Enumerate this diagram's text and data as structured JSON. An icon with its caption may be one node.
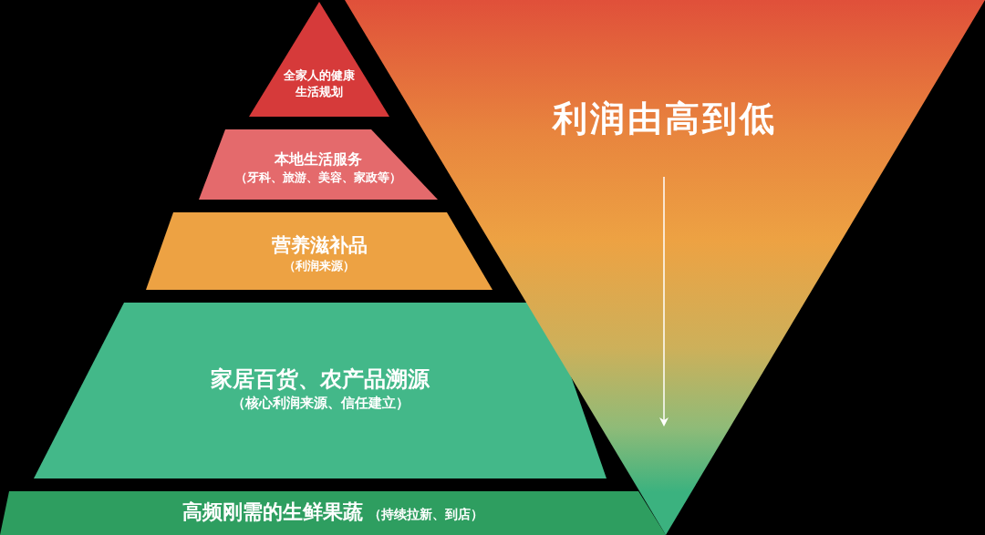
{
  "diagram": {
    "nodes": [
      {
        "text": [
          "全家人的健康生活规划"
        ]
      },
      {
        "text": [
          "本地生活服务",
          "（牙科、旅游、美容、家政等）"
        ]
      },
      {
        "text": [
          "营养滋补品",
          "（利润来源）"
        ]
      },
      {
        "text": [
          "家居百货、农产品溯源",
          "（核心利润来源、信任建立）"
        ]
      },
      {
        "text": [
          "高频刚需的生鲜果蔬",
          "（持续拉新、到店）"
        ]
      },
      {
        "text": [
          "利润由高到低"
        ]
      }
    ]
  }
}
